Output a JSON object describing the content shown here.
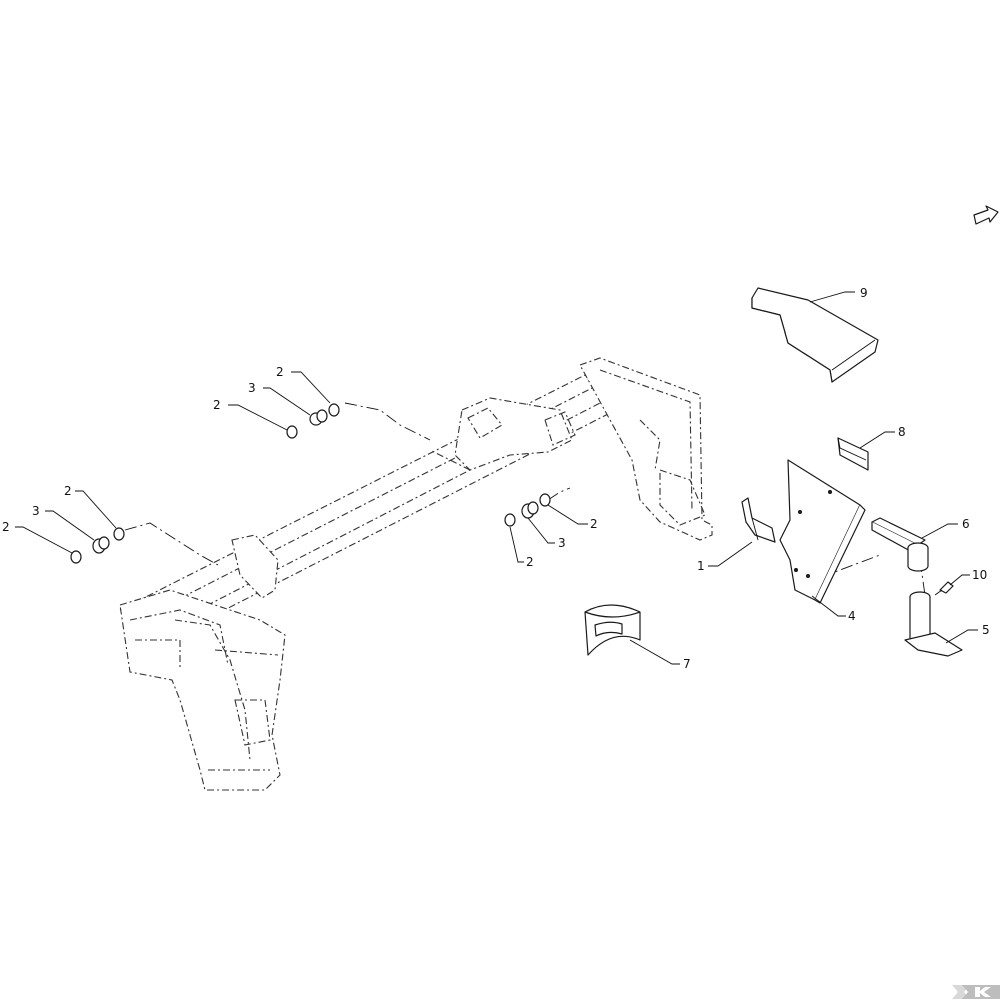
{
  "diagram": {
    "callouts": [
      {
        "id": "c2a",
        "label": "2"
      },
      {
        "id": "c3a",
        "label": "3"
      },
      {
        "id": "c2b",
        "label": "2"
      },
      {
        "id": "c2c",
        "label": "2"
      },
      {
        "id": "c3b",
        "label": "3"
      },
      {
        "id": "c2d",
        "label": "2"
      },
      {
        "id": "c2e",
        "label": "2"
      },
      {
        "id": "c3c",
        "label": "3"
      },
      {
        "id": "c2f",
        "label": "2"
      },
      {
        "id": "c9",
        "label": "9"
      },
      {
        "id": "c8",
        "label": "8"
      },
      {
        "id": "c6",
        "label": "6"
      },
      {
        "id": "c1",
        "label": "1"
      },
      {
        "id": "c4",
        "label": "4"
      },
      {
        "id": "c10",
        "label": "10"
      },
      {
        "id": "c5",
        "label": "5"
      },
      {
        "id": "c7",
        "label": "7"
      }
    ],
    "icons": {
      "direction": "direction-arrow-icon",
      "brand": "kramp-logo-icon"
    }
  }
}
